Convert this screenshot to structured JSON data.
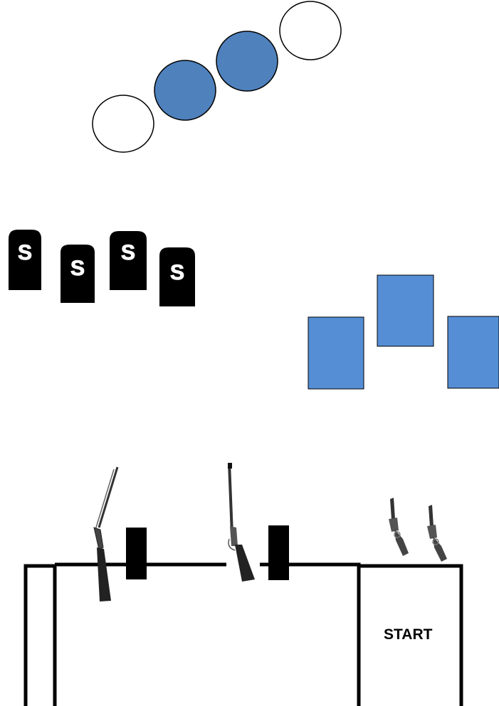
{
  "colors": {
    "steel_target_fill": "#4f81bd",
    "plate_fill": "#558ed5",
    "outline": "#000000",
    "s_target_fill": "#000000",
    "s_letter": "#ffffff"
  },
  "circle_targets": [
    {
      "name": "circle-target-1",
      "filled": false
    },
    {
      "name": "circle-target-2",
      "filled": true
    },
    {
      "name": "circle-target-3",
      "filled": true
    },
    {
      "name": "circle-target-4",
      "filled": false
    }
  ],
  "s_targets": [
    {
      "label": "S"
    },
    {
      "label": "S"
    },
    {
      "label": "S"
    },
    {
      "label": "S"
    }
  ],
  "rect_targets": 3,
  "props": {
    "shotgun_icon": "shotgun-icon",
    "rifle_icon": "rifle-icon",
    "revolver_icons": [
      "revolver-icon",
      "revolver-icon"
    ]
  },
  "start_box": {
    "label": "START"
  }
}
